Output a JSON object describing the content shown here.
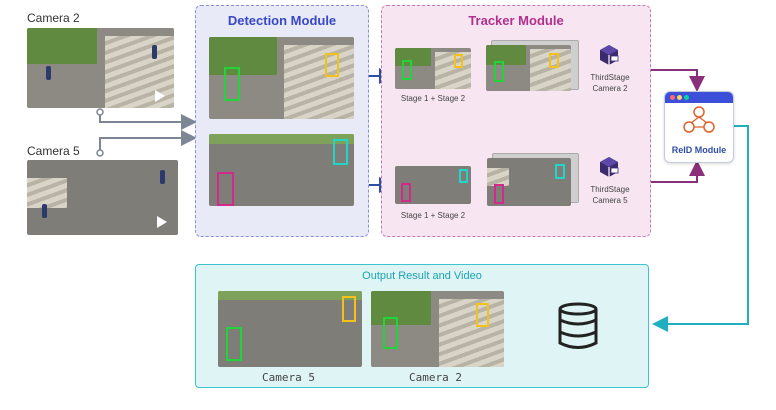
{
  "inputs": {
    "camera_a_label": "Camera 2",
    "camera_b_label": "Camera 5"
  },
  "detection": {
    "title": "Detection Module"
  },
  "tracker": {
    "title": "Tracker Module",
    "stage_label_top": "Stage 1 + Stage 2",
    "stage_label_bottom": "Stage 1 + Stage 2",
    "third_stage_top_line1": "ThirdStage",
    "third_stage_top_line2": "Camera 2",
    "third_stage_bottom_line1": "ThirdStage",
    "third_stage_bottom_line2": "Camera 5"
  },
  "reid": {
    "title": "ReID Module"
  },
  "output": {
    "title": "Output Result and Video",
    "left_caption": "Camera 5",
    "right_caption": "Camera 2"
  },
  "colors": {
    "detection_bg": "#e8eaf7",
    "detection_title": "#3848c8",
    "tracker_bg": "#f7e6f2",
    "tracker_title": "#b0308c",
    "output_bg": "#dff4f4",
    "output_title": "#1aa3b0",
    "arrow_gray": "#7c8694",
    "arrow_blue": "#2d4fa3",
    "arrow_purple": "#8a2f7a",
    "arrow_teal": "#1fb0c0",
    "box_green": "#22d33a",
    "box_yellow": "#f2c21a",
    "box_magenta": "#d3288c",
    "box_cyan": "#1fd6c8"
  },
  "icons": [
    "cube-icon",
    "database-icon",
    "play-icon",
    "reid-window-icon"
  ]
}
